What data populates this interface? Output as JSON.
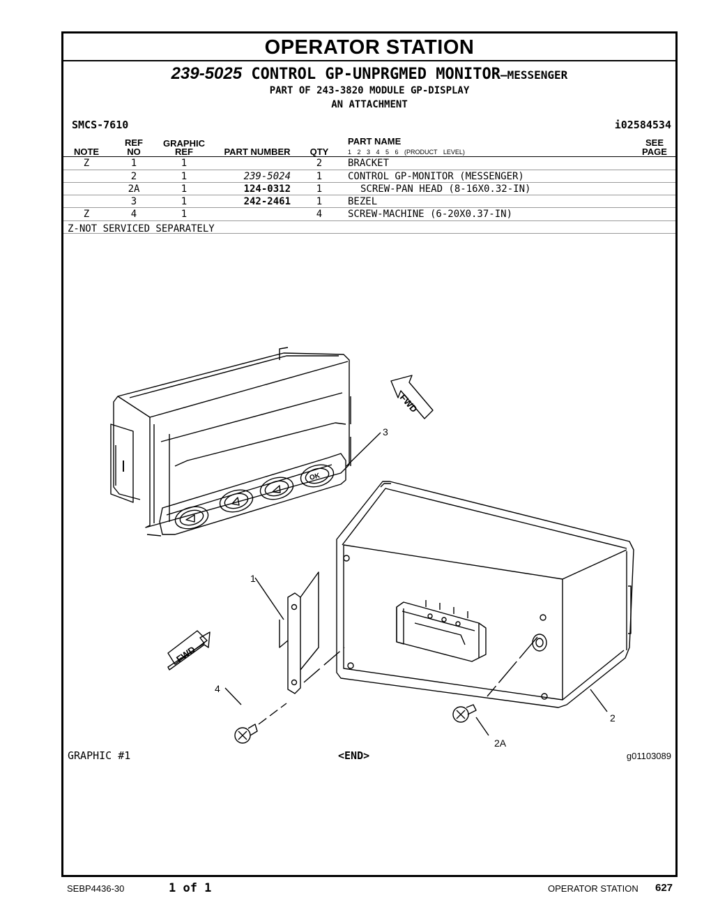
{
  "section_title": "OPERATOR STATION",
  "subtitle": {
    "part_number": "239-5025",
    "name": "CONTROL GP-UNPRGMED MONITOR",
    "suffix": "—MESSENGER"
  },
  "part_of": "PART OF 243-3820 MODULE GP-DISPLAY",
  "attachment": "AN ATTACHMENT",
  "smcs": "SMCS-7610",
  "ident": "i02584534",
  "table": {
    "headers": {
      "note": "NOTE",
      "ref_top": "REF",
      "ref_bottom": "NO",
      "graphic_top": "GRAPHIC",
      "graphic_bottom": "REF",
      "part_number": "PART NUMBER",
      "qty": "QTY",
      "part_name": "PART NAME",
      "levels": "1 2 3 4 5 6 (PRODUCT LEVEL)",
      "see_top": "SEE",
      "see_bottom": "PAGE"
    },
    "rows": [
      {
        "note": "Z",
        "ref": "1",
        "graphic": "1",
        "part_number": "",
        "qty": "2",
        "name": "BRACKET",
        "see": ""
      },
      {
        "note": "",
        "ref": "2",
        "graphic": "1",
        "part_number": "239-5024",
        "qty": "1",
        "name": "CONTROL GP-MONITOR (MESSENGER)",
        "see": ""
      },
      {
        "note": "",
        "ref": "2A",
        "graphic": "1",
        "part_number": "124-0312",
        "qty": "1",
        "name": "SCREW-PAN HEAD (8-16X0.32-IN)",
        "see": ""
      },
      {
        "note": "",
        "ref": "3",
        "graphic": "1",
        "part_number": "242-2461",
        "qty": "1",
        "name": "BEZEL",
        "see": ""
      },
      {
        "note": "Z",
        "ref": "4",
        "graphic": "1",
        "part_number": "",
        "qty": "4",
        "name": "SCREW-MACHINE (6-20X0.37-IN)",
        "see": ""
      }
    ]
  },
  "footnote": "Z-NOT SERVICED SEPARATELY",
  "illustration": {
    "callouts": [
      "3",
      "1",
      "4",
      "2",
      "2A"
    ],
    "arrow_label": "FWD",
    "button_label": "OK"
  },
  "graphic_label": "GRAPHIC #1",
  "end_label": "<END>",
  "graphic_number": "g01103089",
  "footer": {
    "doc_number": "SEBP4436-30",
    "page_of": "1 of 1",
    "section": "OPERATOR STATION",
    "page": "627"
  }
}
